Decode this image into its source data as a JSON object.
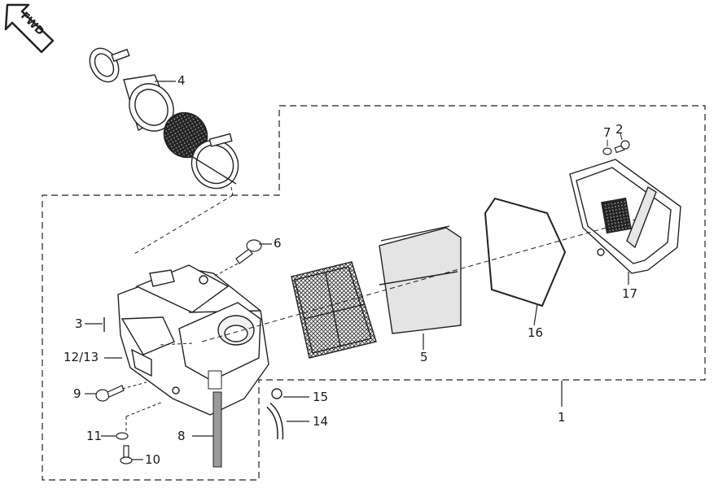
{
  "direction_badge": {
    "text": "FWD",
    "icon": "fwd-arrow-icon"
  },
  "callouts": [
    {
      "id": "1",
      "text": "1"
    },
    {
      "id": "2",
      "text": "2"
    },
    {
      "id": "3",
      "text": "3"
    },
    {
      "id": "4",
      "text": "4"
    },
    {
      "id": "5",
      "text": "5"
    },
    {
      "id": "6",
      "text": "6"
    },
    {
      "id": "7",
      "text": "7"
    },
    {
      "id": "8",
      "text": "8"
    },
    {
      "id": "9",
      "text": "9"
    },
    {
      "id": "10",
      "text": "10"
    },
    {
      "id": "11",
      "text": "11"
    },
    {
      "id": "12_13",
      "text": "12/13"
    },
    {
      "id": "14",
      "text": "14"
    },
    {
      "id": "15",
      "text": "15"
    },
    {
      "id": "16",
      "text": "16"
    },
    {
      "id": "17",
      "text": "17"
    }
  ],
  "colors": {
    "line": "#222222",
    "part_fill": "#ffffff",
    "mesh": "#333333",
    "filter_foam": "#e4e4e4",
    "strip": "#9a9a9a"
  }
}
